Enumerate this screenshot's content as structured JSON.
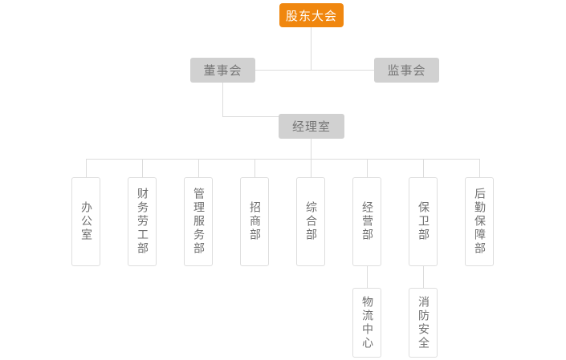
{
  "colors": {
    "root_node_bg": "#f0870f",
    "root_node_text": "#ffffff",
    "group_node_bg": "#d1d1d1",
    "group_node_text": "#767676",
    "dept_node_border": "#dedede",
    "dept_node_text": "#6f6f6f",
    "connector_line": "#dcdcdc",
    "background": "#ffffff"
  },
  "org_chart": {
    "type": "org-tree",
    "root": {
      "label": "股东大会"
    },
    "boards": [
      {
        "label": "董事会"
      },
      {
        "label": "监事会"
      }
    ],
    "office": {
      "label": "经理室"
    },
    "departments": [
      {
        "label": "办公室"
      },
      {
        "label": "财务劳工部"
      },
      {
        "label": "管理服务部"
      },
      {
        "label": "招商部"
      },
      {
        "label": "综合部"
      },
      {
        "label": "经营部"
      },
      {
        "label": "保卫部"
      },
      {
        "label": "后勤保障部"
      }
    ],
    "sub_departments": [
      {
        "label": "物流中心",
        "parent": "经营部"
      },
      {
        "label": "消防安全",
        "parent": "保卫部"
      }
    ]
  }
}
